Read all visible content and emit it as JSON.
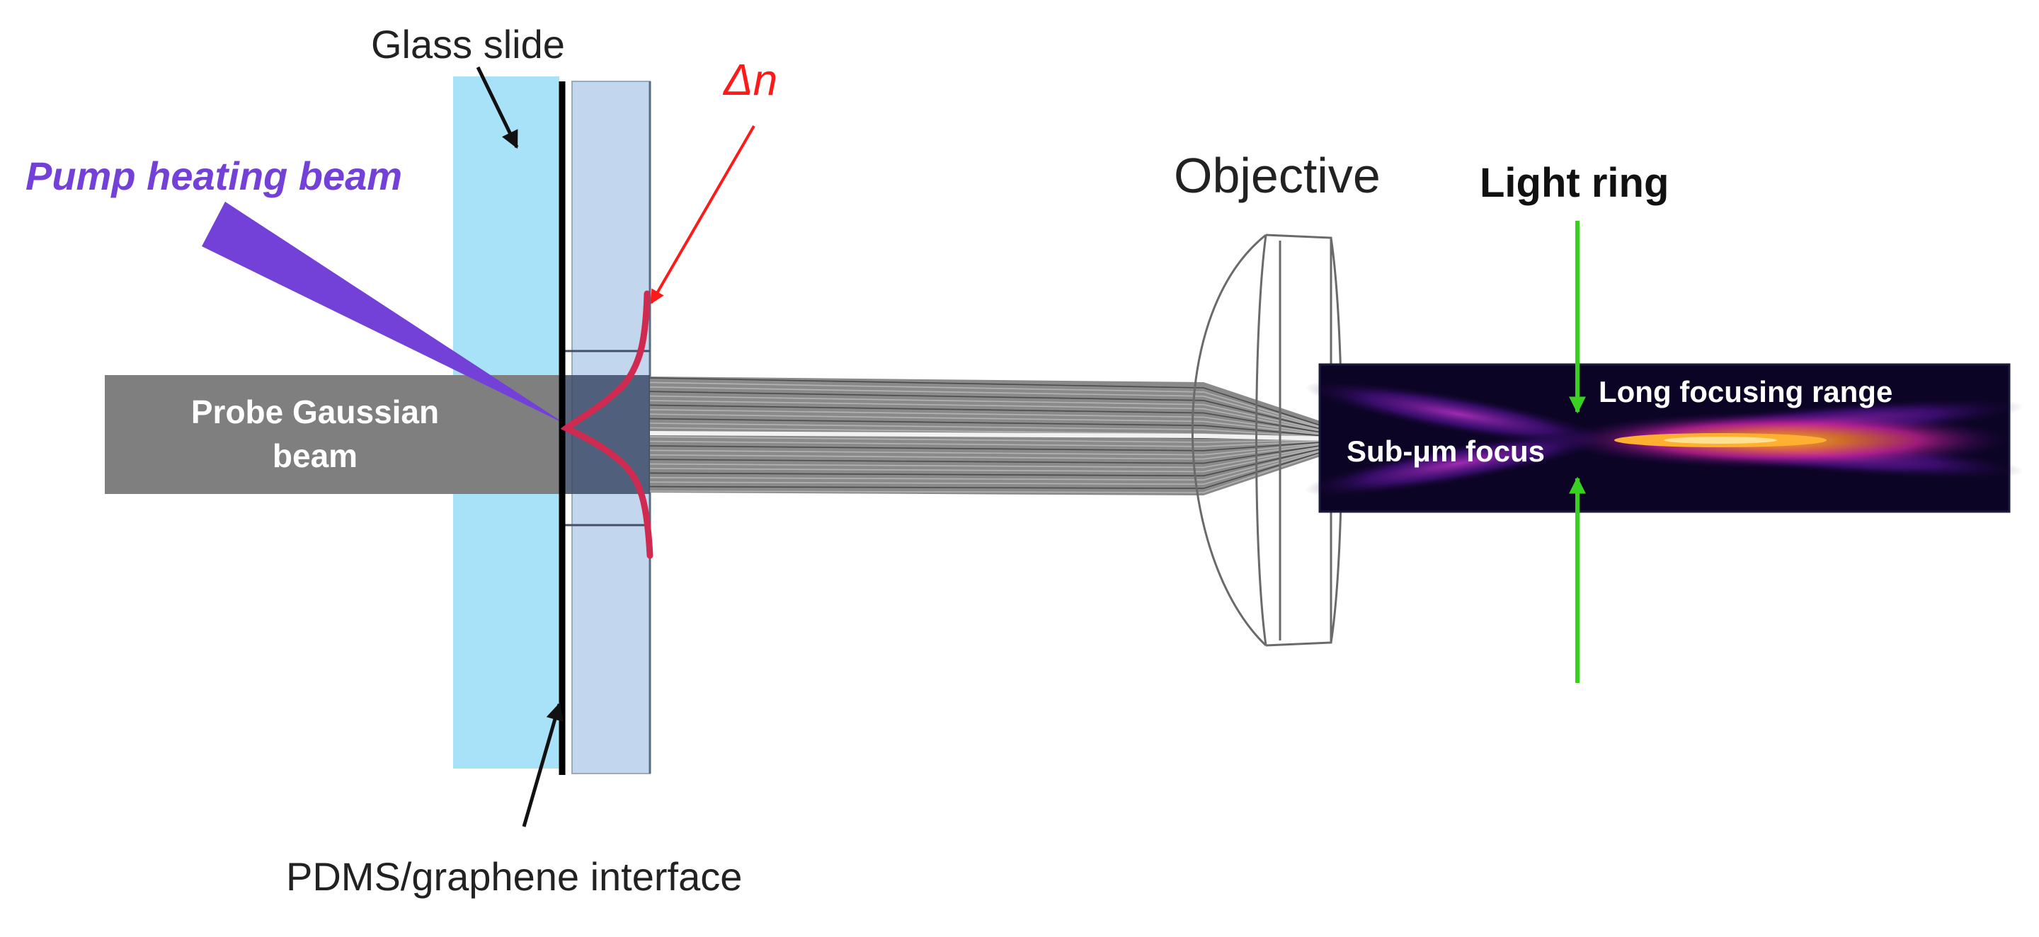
{
  "labels": {
    "glass_slide": "Glass slide",
    "delta_n": "Δn",
    "pump_heating_beam": "Pump heating beam",
    "objective": "Objective",
    "light_ring": "Light ring",
    "long_focusing_range": "Long focusing range",
    "sub_um_focus": "Sub-μm focus",
    "probe_line1": "Probe Gaussian",
    "probe_line2": "beam",
    "pdms_interface": "PDMS/graphene interface"
  },
  "colors": {
    "glass_slide": "#a8e2f8",
    "pdms_layer": "#c2d6ee",
    "interface_line": "#000000",
    "probe_beam": "#7f7f7f",
    "pump_beam": "#7340d8",
    "delta_n_profile": "#d02a50",
    "delta_n_pointer": "#ff1a1a",
    "light_ring_arrows": "#39d022",
    "focus_background": "#0c0424",
    "focus_hot": "#ffa020"
  }
}
